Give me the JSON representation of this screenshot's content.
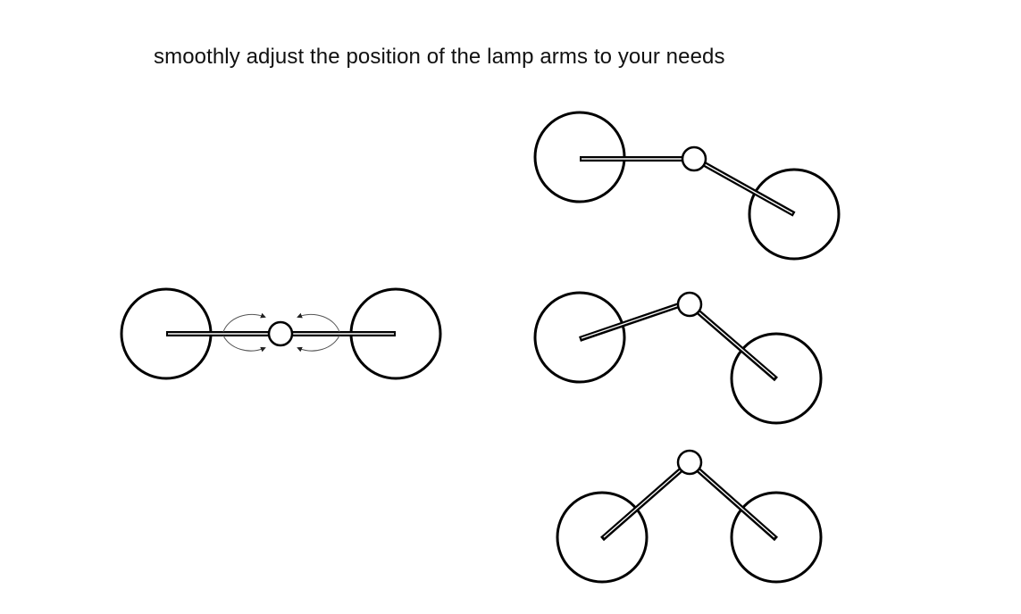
{
  "caption": "smoothly adjust the position of the lamp arms to your needs",
  "colors": {
    "stroke": "#000000",
    "arrow": "#555555",
    "background": "#ffffff"
  },
  "figures": [
    {
      "name": "lamp-straight-with-rotation-arrows",
      "description_type": "unfolded"
    },
    {
      "name": "lamp-one-arm-lowered"
    },
    {
      "name": "lamp-both-arms-angled"
    },
    {
      "name": "lamp-folded-v"
    }
  ]
}
